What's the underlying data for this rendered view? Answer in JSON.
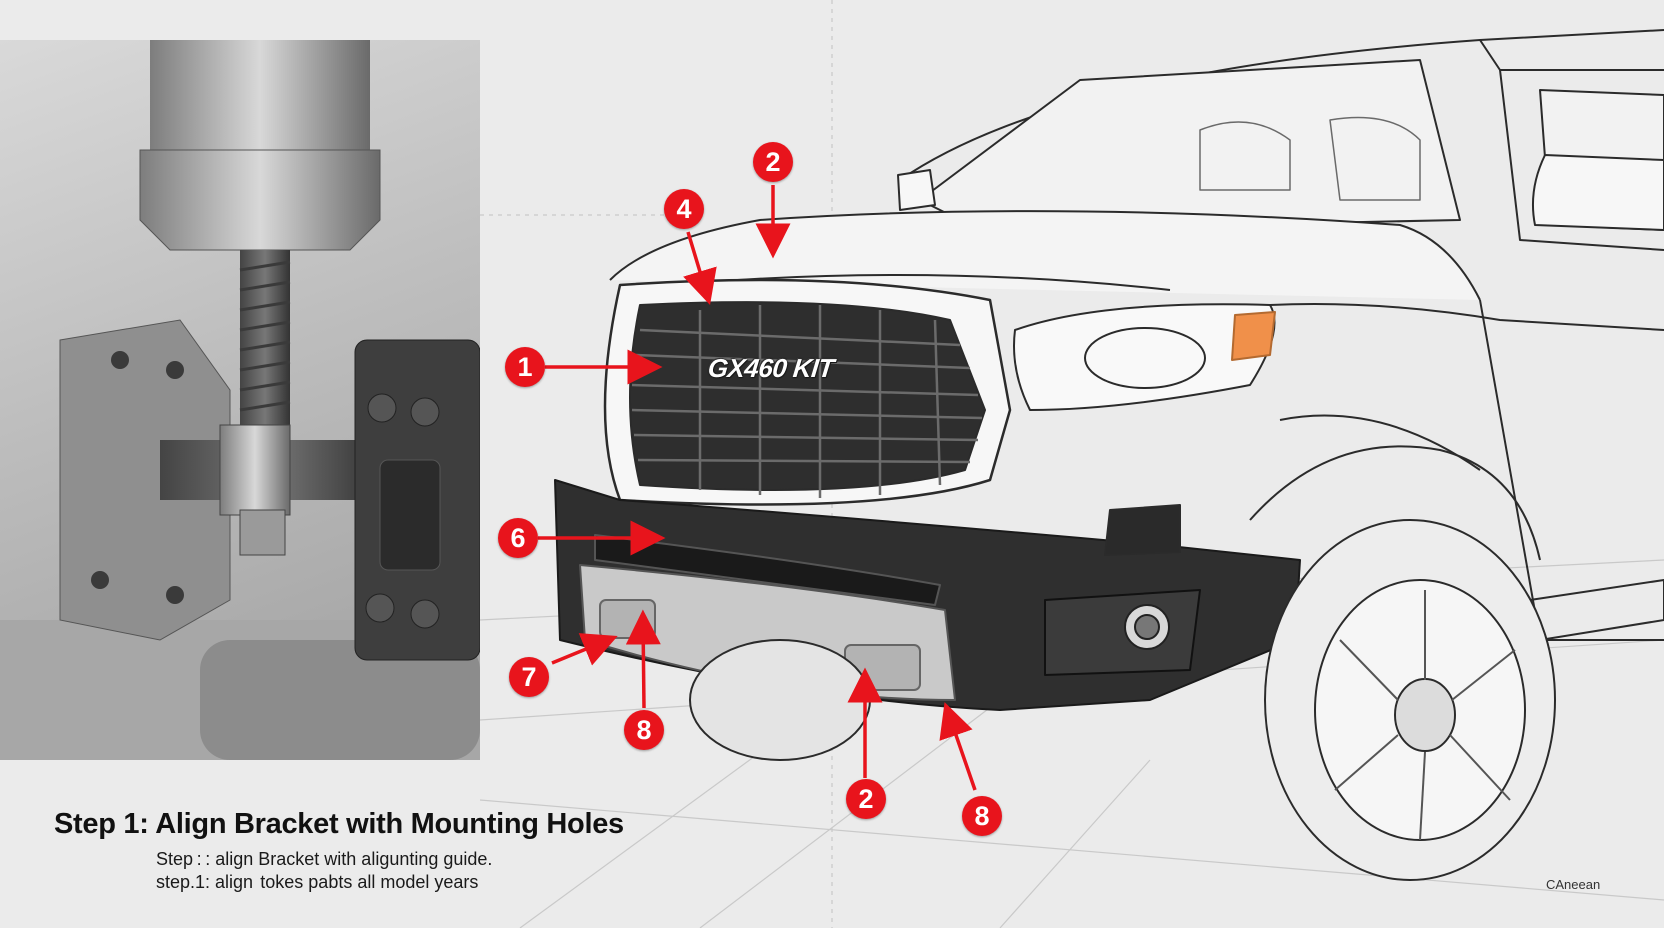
{
  "step": {
    "title": "Step 1: Align Bracket with Mounting Holes",
    "lines": [
      "Step : : align Bracket with aligunting guide.",
      "step.1: align  tokes pabts all model years"
    ]
  },
  "badge": "GX460 KIT",
  "credit": "CAneean",
  "callouts": [
    {
      "label": "1"
    },
    {
      "label": "2"
    },
    {
      "label": "4"
    },
    {
      "label": "6"
    },
    {
      "label": "7"
    },
    {
      "label": "8"
    },
    {
      "label": "2"
    },
    {
      "label": "8"
    }
  ],
  "colors": {
    "accent": "#e8141c",
    "line": "#2b2b2b",
    "background": "#ebebeb"
  }
}
